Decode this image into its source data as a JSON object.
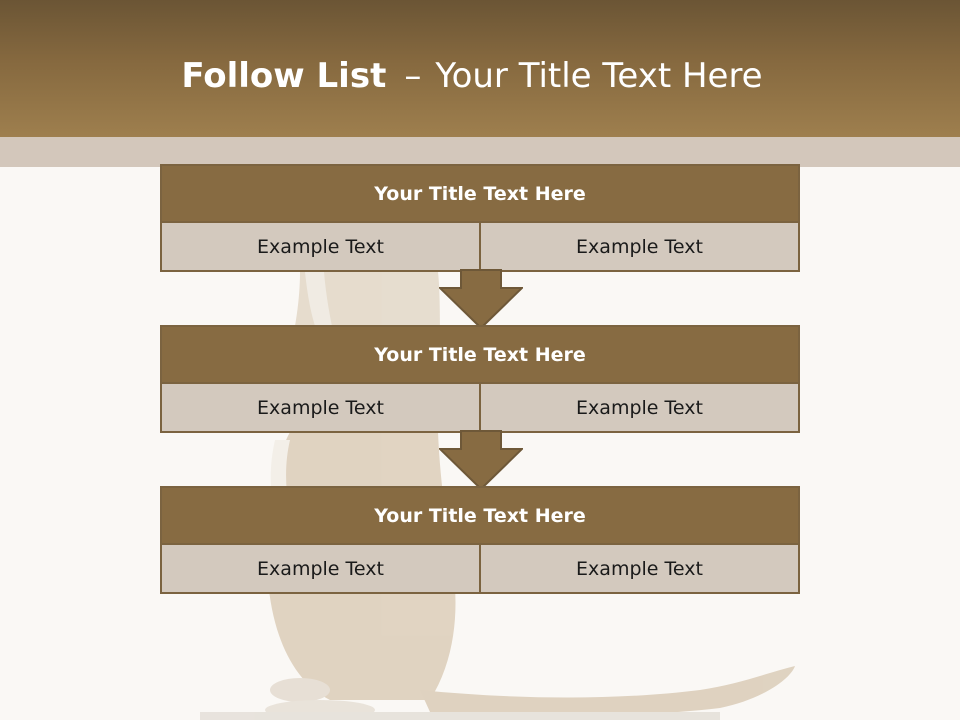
{
  "slide": {
    "title_bold": "Follow List",
    "title_dash": "–",
    "title_rest": "Your Title Text Here"
  },
  "blocks": [
    {
      "title": "Your Title Text Here",
      "left": "Example Text",
      "right": "Example Text"
    },
    {
      "title": "Your Title Text Here",
      "left": "Example Text",
      "right": "Example Text"
    },
    {
      "title": "Your Title Text Here",
      "left": "Example Text",
      "right": "Example Text"
    }
  ],
  "colors": {
    "header": "#86693f",
    "block_header": "#876b42",
    "block_cell": "#d3c9be",
    "border": "#7b6340",
    "background": "#faf8f5"
  },
  "icons": {
    "connector": "down-arrow-icon",
    "background_image": "meerkat-illustration"
  }
}
